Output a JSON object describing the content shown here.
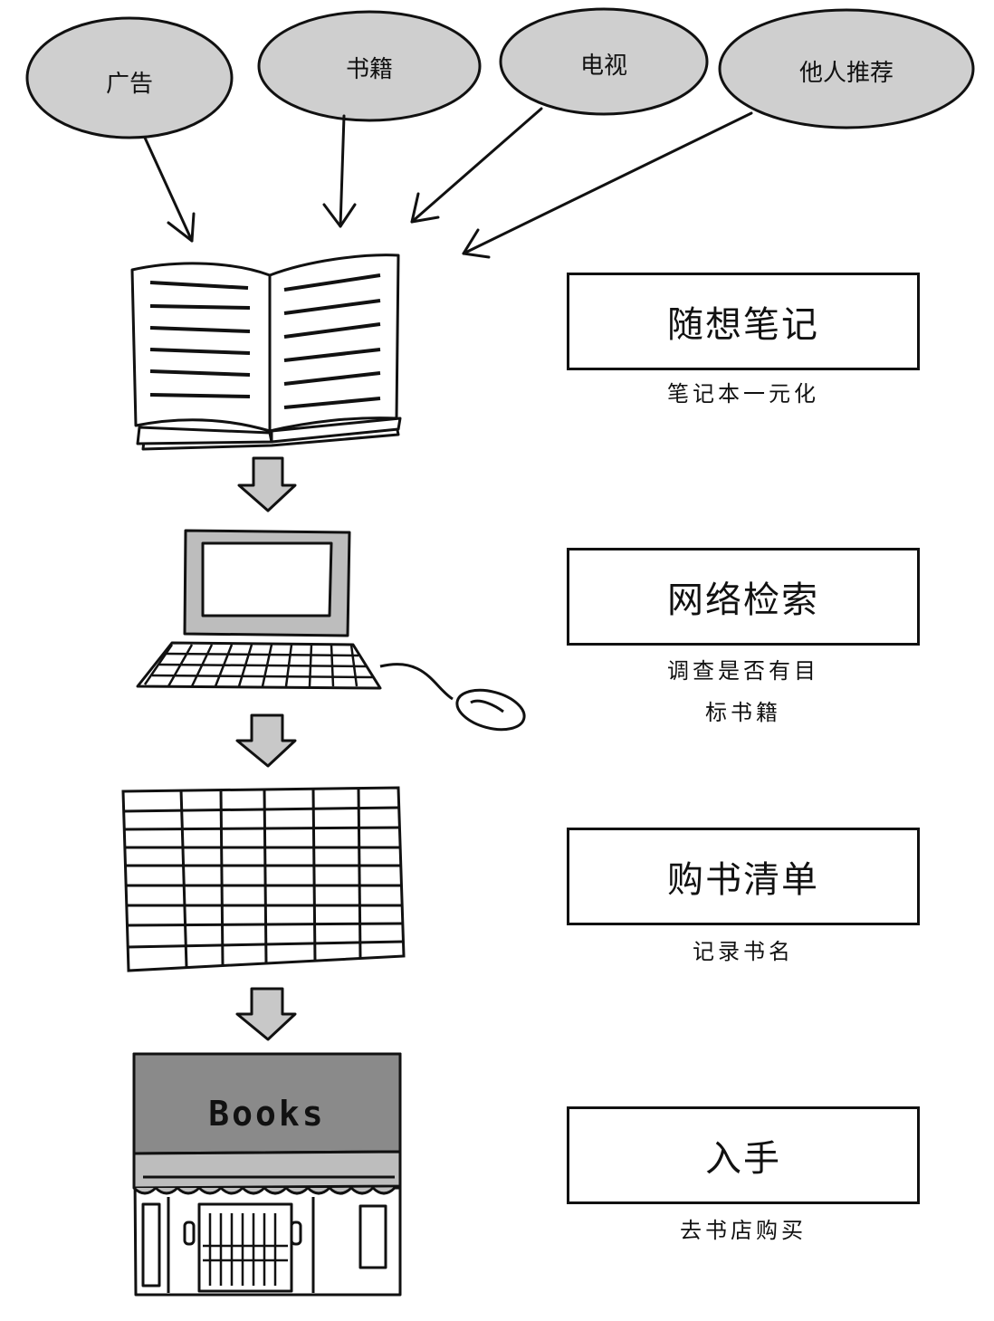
{
  "sources": [
    "广告",
    "书籍",
    "电视",
    "他人推荐"
  ],
  "steps": [
    {
      "title": "随想笔记",
      "description_lines": [
        "笔记本一元化"
      ]
    },
    {
      "title": "网络检索",
      "description_lines": [
        "调查是否有目",
        "标书籍"
      ]
    },
    {
      "title": "购书清单",
      "description_lines": [
        "记录书名"
      ]
    },
    {
      "title": "入手",
      "description_lines": [
        "去书店购买"
      ]
    }
  ],
  "store_sign": "Books",
  "colors": {
    "oval_fill": "#cfcfcf",
    "arrow_fill": "#c8c8c8",
    "screen_frame": "#bdbdbd",
    "awning": "#8a8a8a",
    "line": "#111111"
  }
}
